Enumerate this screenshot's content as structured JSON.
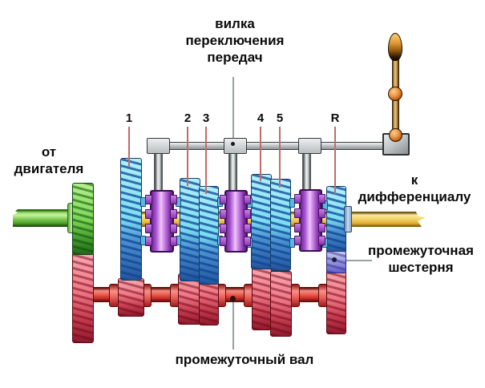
{
  "diagram": {
    "title": "manual gearbox schematic",
    "labels": {
      "shift_fork": {
        "lines": [
          "вилка",
          "переключения",
          "передач"
        ]
      },
      "from_engine": {
        "lines": [
          "от",
          "двигателя"
        ]
      },
      "to_differential": {
        "lines": [
          "к",
          "дифференциалу"
        ]
      },
      "intermediate_gear": {
        "lines": [
          "промежуточная",
          "шестерня"
        ]
      },
      "intermediate_shaft": {
        "lines": [
          "промежуточный вал"
        ]
      }
    },
    "gear_numbers": [
      "1",
      "2",
      "3",
      "4",
      "5",
      "R"
    ]
  },
  "colors": {
    "background": "#FFFFFF",
    "text_black": "#0A0A0A",
    "gear_cyan": "#7BDCF2",
    "gear_cyan_dark": "#24559C",
    "gear_red": "#EE7583",
    "gear_red_dark": "#8E1A2C",
    "gear_green": "#7CD455",
    "synchro_purple": "#B865DC",
    "main_shaft_yellow": "#F2CC58",
    "counter_shaft_red": "#E04840",
    "intermediate_gear_violet": "#8A8ADC",
    "leader_red": "#C46A6A",
    "leader_gray": "#98A2A4",
    "rail_gray": "#AEB2B4",
    "lever_gold": "#D98E2B"
  }
}
